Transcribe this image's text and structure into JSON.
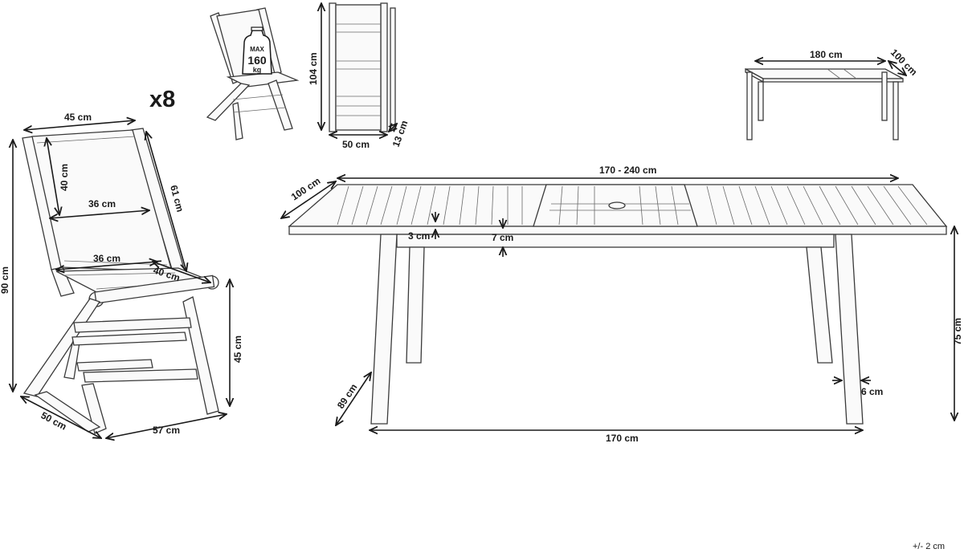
{
  "chair": {
    "quantity_label": "x8",
    "max_load": {
      "line1": "MAX",
      "line2": "160",
      "line3": "kg"
    },
    "dims": {
      "width_top": "45 cm",
      "back_height": "40 cm",
      "back_inner_width": "36 cm",
      "back_length": "61 cm",
      "seat_width": "36 cm",
      "seat_depth": "40 cm",
      "total_height": "90 cm",
      "seat_height": "45 cm",
      "depth": "50 cm",
      "leg_span": "57 cm"
    },
    "folded_dims": {
      "height": "104 cm",
      "width": "50 cm",
      "thickness": "13 cm"
    }
  },
  "table_small": {
    "length": "180 cm",
    "width": "100 cm"
  },
  "table_main": {
    "length_range": "170 - 240 cm",
    "width": "100 cm",
    "top_thickness": "3 cm",
    "apron_height": "7 cm",
    "height": "75 cm",
    "leg_width": "6 cm",
    "leg_length": "89 cm",
    "leg_span": "170 cm"
  },
  "tolerance": "+/- 2 cm",
  "colors": {
    "line": "#3a3a3a",
    "text": "#1a1a1a",
    "background": "#ffffff"
  }
}
